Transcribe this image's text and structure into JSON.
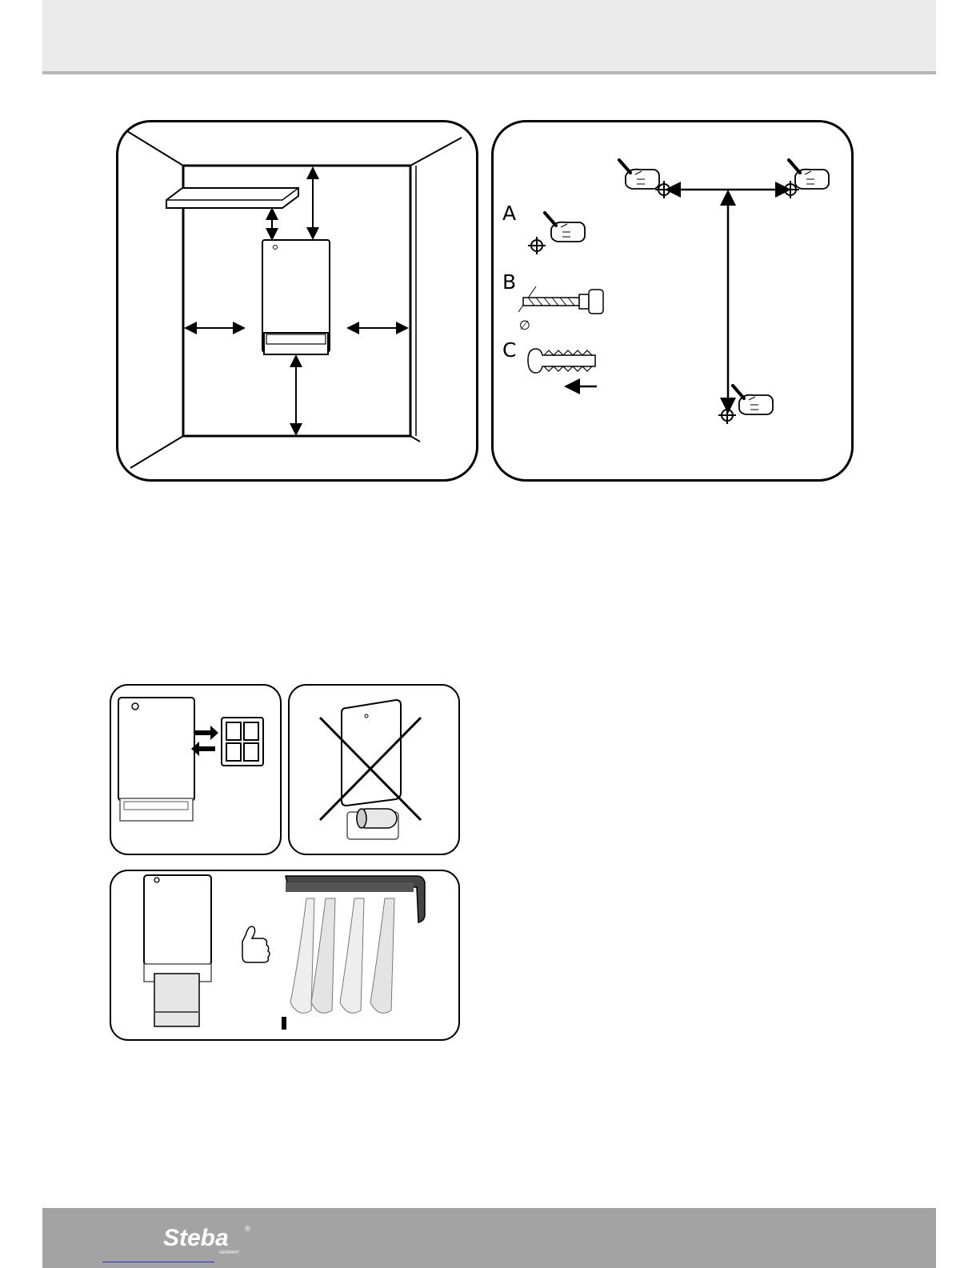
{
  "figures": {
    "drilling_steps": [
      "A",
      "B",
      "C"
    ],
    "diameter_symbol": "∅"
  },
  "footer": {
    "brand": "Steba",
    "brand_sub": "GERMANY",
    "brand_mark": "®"
  }
}
